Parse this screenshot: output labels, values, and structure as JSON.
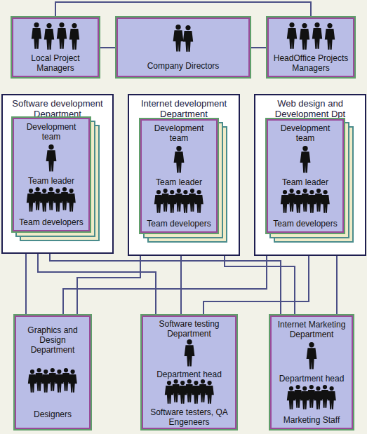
{
  "diagram": {
    "nodes": [
      {
        "text": [
          "Local Project Managers"
        ]
      },
      {
        "text": [
          "Company Directors"
        ]
      },
      {
        "text": [
          "HeadOffice Projects Managers"
        ]
      },
      {
        "text": [
          "Software development Department"
        ]
      },
      {
        "text": [
          "Development team",
          "Team leader",
          "Team developers"
        ],
        "in": 3
      },
      {
        "text": [
          "Internet development Department"
        ]
      },
      {
        "text": [
          "Development team",
          "Team leader",
          "Team developers"
        ],
        "in": 5
      },
      {
        "text": [
          "Web design and Development Dpt"
        ]
      },
      {
        "text": [
          "Development team",
          "Team leader",
          "Team developers"
        ],
        "in": 7
      },
      {
        "text": [
          "Graphics and Design Department",
          "Designers"
        ]
      },
      {
        "text": [
          "Software testing Department",
          "Department head",
          "Software testers, QA Engeneers"
        ]
      },
      {
        "text": [
          "Internet Marketing Department",
          "Department head",
          "Marketing Staff"
        ]
      }
    ],
    "edges": [
      {
        "from": 0,
        "to": 1,
        "arrow": "none"
      },
      {
        "from": 1,
        "to": 2,
        "arrow": "none"
      },
      {
        "from": 0,
        "to": 2,
        "arrow": "none"
      },
      {
        "from": 3,
        "to": 9,
        "arrow": "none"
      },
      {
        "from": 3,
        "to": 10,
        "arrow": "none"
      },
      {
        "from": 3,
        "to": 11,
        "arrow": "none"
      },
      {
        "from": 5,
        "to": 9,
        "arrow": "none"
      },
      {
        "from": 5,
        "to": 10,
        "arrow": "none"
      },
      {
        "from": 5,
        "to": 11,
        "arrow": "none"
      },
      {
        "from": 7,
        "to": 9,
        "arrow": "none"
      },
      {
        "from": 7,
        "to": 10,
        "arrow": "none"
      },
      {
        "from": 7,
        "to": 11,
        "arrow": "none"
      }
    ]
  }
}
